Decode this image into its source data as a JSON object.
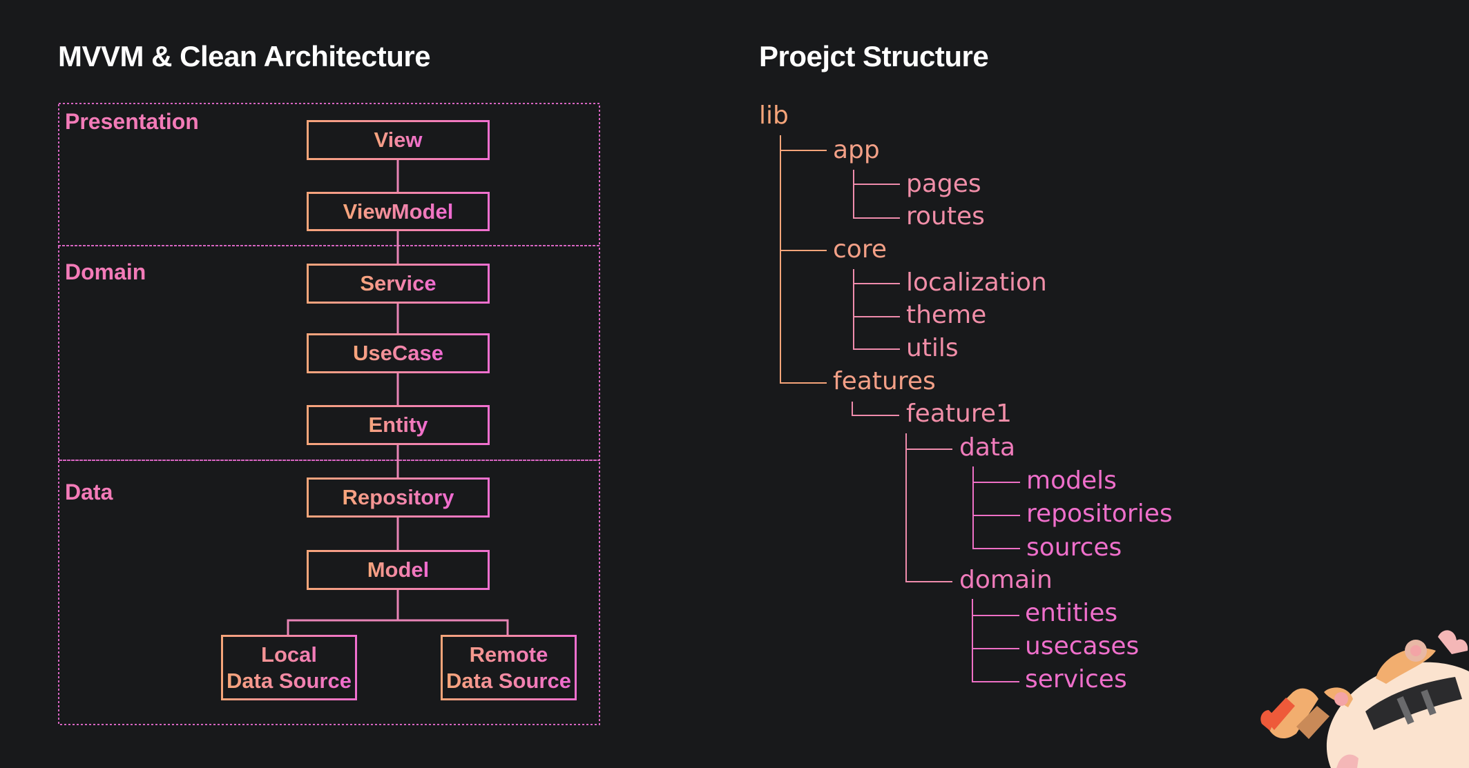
{
  "left_title": "MVVM & Clean Architecture",
  "right_title": "Proejct Structure",
  "sections": {
    "presentation": "Presentation",
    "domain": "Domain",
    "data": "Data"
  },
  "nodes": {
    "view": "View",
    "viewmodel": "ViewModel",
    "service": "Service",
    "usecase": "UseCase",
    "entity": "Entity",
    "repository": "Repository",
    "model": "Model",
    "local": "Local\nData Source",
    "remote": "Remote\nData Source"
  },
  "tree": {
    "lib": "lib",
    "app": "app",
    "pages": "pages",
    "routes": "routes",
    "core": "core",
    "localization": "localization",
    "theme": "theme",
    "utils": "utils",
    "features": "features",
    "feature1": "feature1",
    "data": "data",
    "models": "models",
    "repositories": "repositories",
    "sources": "sources",
    "domain": "domain",
    "entities": "entities",
    "usecases": "usecases",
    "services": "services"
  },
  "colors": {
    "background": "#18191b",
    "peach": "#f6a57a",
    "pink": "#f06fcf",
    "section_border": "#d865c2"
  }
}
